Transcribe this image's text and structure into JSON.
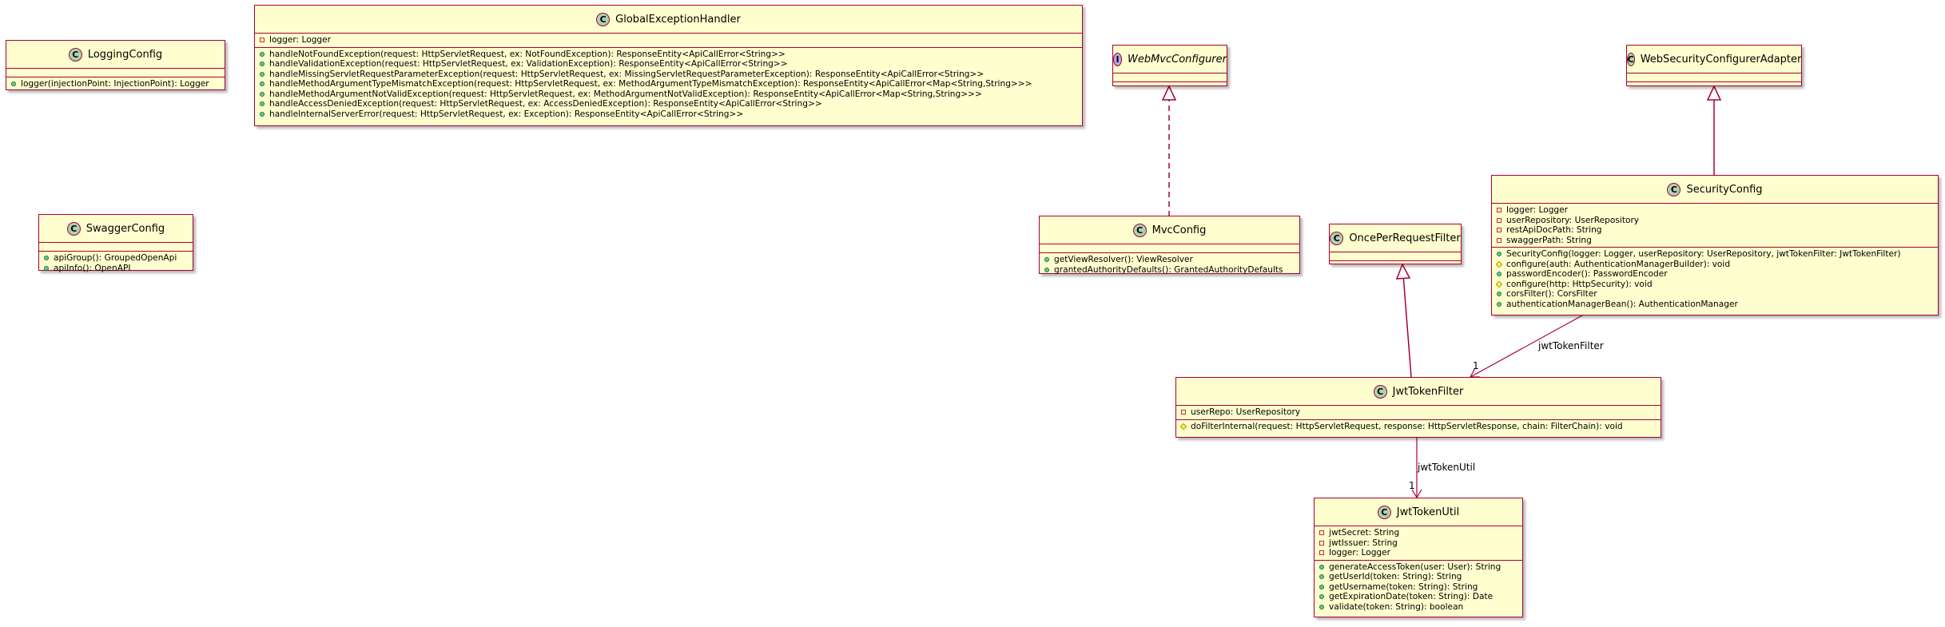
{
  "classes": {
    "logging_config": {
      "name": "LoggingConfig",
      "stereotype": "C",
      "fields": [],
      "methods": [
        {
          "vis": "public",
          "text": "logger(injectionPoint: InjectionPoint): Logger"
        }
      ]
    },
    "global_exception_handler": {
      "name": "GlobalExceptionHandler",
      "stereotype": "C",
      "fields": [
        {
          "vis": "private",
          "text": "logger: Logger"
        }
      ],
      "methods": [
        {
          "vis": "public",
          "text": "handleNotFoundException(request: HttpServletRequest, ex: NotFoundException): ResponseEntity<ApiCallError<String>>"
        },
        {
          "vis": "public",
          "text": "handleValidationException(request: HttpServletRequest, ex: ValidationException): ResponseEntity<ApiCallError<String>>"
        },
        {
          "vis": "public",
          "text": "handleMissingServletRequestParameterException(request: HttpServletRequest, ex: MissingServletRequestParameterException): ResponseEntity<ApiCallError<String>>"
        },
        {
          "vis": "public",
          "text": "handleMethodArgumentTypeMismatchException(request: HttpServletRequest, ex: MethodArgumentTypeMismatchException): ResponseEntity<ApiCallError<Map<String,String>>>"
        },
        {
          "vis": "public",
          "text": "handleMethodArgumentNotValidException(request: HttpServletRequest, ex: MethodArgumentNotValidException): ResponseEntity<ApiCallError<Map<String,String>>>"
        },
        {
          "vis": "public",
          "text": "handleAccessDeniedException(request: HttpServletRequest, ex: AccessDeniedException): ResponseEntity<ApiCallError<String>>"
        },
        {
          "vis": "public",
          "text": "handleInternalServerError(request: HttpServletRequest, ex: Exception): ResponseEntity<ApiCallError<String>>"
        }
      ]
    },
    "web_mvc_configurer": {
      "name": "WebMvcConfigurer",
      "stereotype": "I",
      "fields": [],
      "methods": []
    },
    "web_security_configurer_adapter": {
      "name": "WebSecurityConfigurerAdapter",
      "stereotype": "C",
      "fields": [],
      "methods": []
    },
    "swagger_config": {
      "name": "SwaggerConfig",
      "stereotype": "C",
      "fields": [],
      "methods": [
        {
          "vis": "public",
          "text": "apiGroup(): GroupedOpenApi"
        },
        {
          "vis": "public",
          "text": "apiInfo(): OpenAPI"
        }
      ]
    },
    "mvc_config": {
      "name": "MvcConfig",
      "stereotype": "C",
      "fields": [],
      "methods": [
        {
          "vis": "public",
          "text": "getViewResolver(): ViewResolver"
        },
        {
          "vis": "public",
          "text": "grantedAuthorityDefaults(): GrantedAuthorityDefaults"
        }
      ]
    },
    "once_per_request_filter": {
      "name": "OncePerRequestFilter",
      "stereotype": "C",
      "fields": [],
      "methods": []
    },
    "security_config": {
      "name": "SecurityConfig",
      "stereotype": "C",
      "fields": [
        {
          "vis": "private",
          "text": "logger: Logger"
        },
        {
          "vis": "private",
          "text": "userRepository: UserRepository"
        },
        {
          "vis": "private",
          "text": "restApiDocPath: String"
        },
        {
          "vis": "private",
          "text": "swaggerPath: String"
        }
      ],
      "methods": [
        {
          "vis": "public",
          "text": "SecurityConfig(logger: Logger, userRepository: UserRepository, jwtTokenFilter: JwtTokenFilter)"
        },
        {
          "vis": "protected",
          "text": "configure(auth: AuthenticationManagerBuilder): void"
        },
        {
          "vis": "public",
          "text": "passwordEncoder(): PasswordEncoder"
        },
        {
          "vis": "protected",
          "text": "configure(http: HttpSecurity): void"
        },
        {
          "vis": "public",
          "text": "corsFilter(): CorsFilter"
        },
        {
          "vis": "public",
          "text": "authenticationManagerBean(): AuthenticationManager"
        }
      ]
    },
    "jwt_token_filter": {
      "name": "JwtTokenFilter",
      "stereotype": "C",
      "fields": [
        {
          "vis": "private",
          "text": "userRepo: UserRepository"
        }
      ],
      "methods": [
        {
          "vis": "protected",
          "text": "doFilterInternal(request: HttpServletRequest, response: HttpServletResponse, chain: FilterChain): void"
        }
      ]
    },
    "jwt_token_util": {
      "name": "JwtTokenUtil",
      "stereotype": "C",
      "fields": [
        {
          "vis": "private",
          "text": "jwtSecret: String"
        },
        {
          "vis": "private",
          "text": "jwtIssuer: String"
        },
        {
          "vis": "private",
          "text": "logger: Logger"
        }
      ],
      "methods": [
        {
          "vis": "public",
          "text": "generateAccessToken(user: User): String"
        },
        {
          "vis": "public",
          "text": "getUserId(token: String): String"
        },
        {
          "vis": "public",
          "text": "getUsername(token: String): String"
        },
        {
          "vis": "public",
          "text": "getExpirationDate(token: String): Date"
        },
        {
          "vis": "public",
          "text": "validate(token: String): boolean"
        }
      ]
    }
  },
  "relations": {
    "security_to_filter": {
      "label": "jwtTokenFilter",
      "multiplicity": "1"
    },
    "filter_to_util": {
      "label": "jwtTokenUtil",
      "multiplicity": "1"
    }
  },
  "colors": {
    "fill": "#FEFECE",
    "border": "#A80036",
    "class_badge": "#ADD1B2",
    "interface_badge": "#B4A7E5"
  }
}
